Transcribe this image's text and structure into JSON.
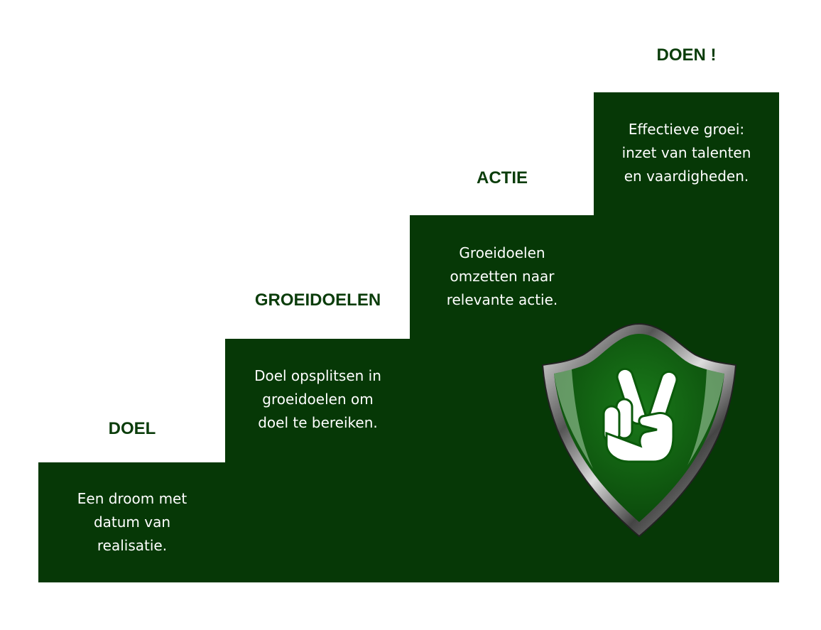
{
  "colors": {
    "step": "#063806",
    "label": "#0b3d0b",
    "text": "#ffffff"
  },
  "steps": [
    {
      "title": "DOEL",
      "lines": [
        "Een droom met",
        "datum van",
        "realisatie."
      ]
    },
    {
      "title": "GROEIDOELEN",
      "lines": [
        "Doel opsplitsen in",
        "groeidoelen om",
        "doel te bereiken."
      ]
    },
    {
      "title": "ACTIE",
      "lines": [
        "Groeidoelen",
        "omzetten naar",
        "relevante actie."
      ]
    },
    {
      "title": "DOEN !",
      "lines": [
        "Effectieve groei:",
        "inzet van talenten",
        "en vaardigheden."
      ]
    }
  ],
  "icon": "shield-peace-hand-icon"
}
